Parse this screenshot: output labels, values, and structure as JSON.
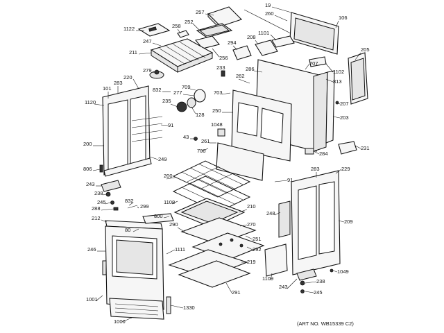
{
  "art_number": "(ART NO. WB15339 C2)",
  "callouts": [
    {
      "id": "c19",
      "text": "19"
    },
    {
      "id": "c106",
      "text": "106"
    },
    {
      "id": "c257",
      "text": "257"
    },
    {
      "id": "c260",
      "text": "260"
    },
    {
      "id": "c1122",
      "text": "1122"
    },
    {
      "id": "c252",
      "text": "252"
    },
    {
      "id": "c258",
      "text": "258"
    },
    {
      "id": "c1101",
      "text": "1101"
    },
    {
      "id": "c247",
      "text": "247"
    },
    {
      "id": "c208",
      "text": "208"
    },
    {
      "id": "c294",
      "text": "294"
    },
    {
      "id": "c205",
      "text": "205"
    },
    {
      "id": "c211",
      "text": "211"
    },
    {
      "id": "c256",
      "text": "256"
    },
    {
      "id": "c707",
      "text": "707"
    },
    {
      "id": "c279",
      "text": "279"
    },
    {
      "id": "c233",
      "text": "233"
    },
    {
      "id": "c286",
      "text": "286"
    },
    {
      "id": "c1102",
      "text": "1102"
    },
    {
      "id": "c220",
      "text": "220"
    },
    {
      "id": "c262",
      "text": "262"
    },
    {
      "id": "c813",
      "text": "813"
    },
    {
      "id": "c101",
      "text": "101"
    },
    {
      "id": "c283a",
      "text": "283"
    },
    {
      "id": "c709",
      "text": "709"
    },
    {
      "id": "c832a",
      "text": "832"
    },
    {
      "id": "c277",
      "text": "277"
    },
    {
      "id": "c703",
      "text": "703"
    },
    {
      "id": "c1120",
      "text": "1120"
    },
    {
      "id": "c235",
      "text": "235"
    },
    {
      "id": "c128",
      "text": "128"
    },
    {
      "id": "c207",
      "text": "207"
    },
    {
      "id": "c250",
      "text": "250"
    },
    {
      "id": "c203",
      "text": "203"
    },
    {
      "id": "c91a",
      "text": "91"
    },
    {
      "id": "c1048",
      "text": "1048"
    },
    {
      "id": "c43",
      "text": "43"
    },
    {
      "id": "c261",
      "text": "261"
    },
    {
      "id": "c200a",
      "text": "200"
    },
    {
      "id": "c700",
      "text": "700"
    },
    {
      "id": "c284",
      "text": "284"
    },
    {
      "id": "c231",
      "text": "231"
    },
    {
      "id": "c249",
      "text": "249"
    },
    {
      "id": "c806",
      "text": "806"
    },
    {
      "id": "c283b",
      "text": "283"
    },
    {
      "id": "c229",
      "text": "229"
    },
    {
      "id": "c91b",
      "text": "91"
    },
    {
      "id": "c243a",
      "text": "243"
    },
    {
      "id": "c200b",
      "text": "200"
    },
    {
      "id": "c238a",
      "text": "238"
    },
    {
      "id": "c1108",
      "text": "1108"
    },
    {
      "id": "c245a",
      "text": "245"
    },
    {
      "id": "c832b",
      "text": "832"
    },
    {
      "id": "c288",
      "text": "288"
    },
    {
      "id": "c299",
      "text": "299"
    },
    {
      "id": "c210",
      "text": "210"
    },
    {
      "id": "c248",
      "text": "248"
    },
    {
      "id": "c212",
      "text": "212"
    },
    {
      "id": "c800",
      "text": "800"
    },
    {
      "id": "c209",
      "text": "209"
    },
    {
      "id": "c80",
      "text": "80"
    },
    {
      "id": "c290",
      "text": "290"
    },
    {
      "id": "c270",
      "text": "270"
    },
    {
      "id": "c251",
      "text": "251"
    },
    {
      "id": "c246",
      "text": "246"
    },
    {
      "id": "c1111",
      "text": "1111"
    },
    {
      "id": "c292",
      "text": "292"
    },
    {
      "id": "c219",
      "text": "219"
    },
    {
      "id": "c1109",
      "text": "1109"
    },
    {
      "id": "c1049",
      "text": "1049"
    },
    {
      "id": "c243b",
      "text": "243"
    },
    {
      "id": "c238b",
      "text": "238"
    },
    {
      "id": "c291",
      "text": "291"
    },
    {
      "id": "c245b",
      "text": "245"
    },
    {
      "id": "c1001",
      "text": "1001"
    },
    {
      "id": "c1330",
      "text": "1330"
    },
    {
      "id": "c1000",
      "text": "1000"
    }
  ]
}
